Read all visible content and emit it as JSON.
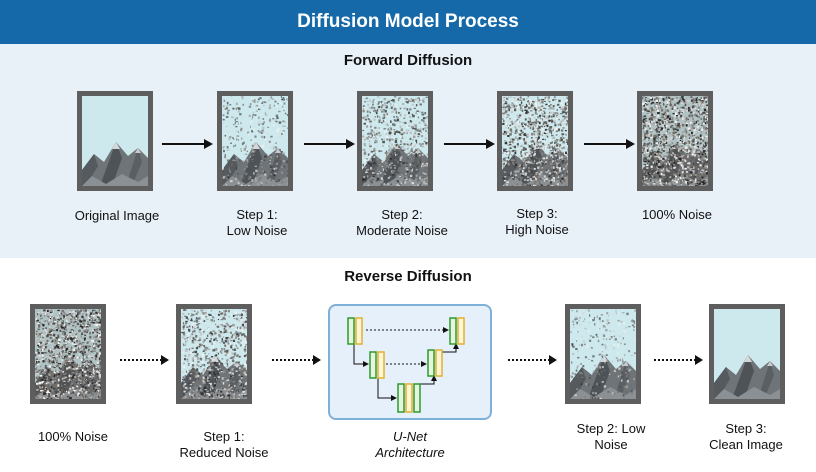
{
  "header": {
    "title": "Diffusion Model Process"
  },
  "forward": {
    "title": "Forward Diffusion",
    "steps": [
      {
        "line1": "Original Image",
        "line2": "",
        "noise": 0
      },
      {
        "line1": "Step 1:",
        "line2": "Low Noise",
        "noise": 0.25
      },
      {
        "line1": "Step 2:",
        "line2": "Moderate Noise",
        "noise": 0.5
      },
      {
        "line1": "Step 3:",
        "line2": "High Noise",
        "noise": 0.75
      },
      {
        "line1": "100% Noise",
        "line2": "",
        "noise": 1
      }
    ]
  },
  "reverse": {
    "title": "Reverse Diffusion",
    "steps": [
      {
        "line1": "100% Noise",
        "line2": "",
        "noise": 1
      },
      {
        "line1": "Step 1:",
        "line2": "Reduced Noise",
        "noise": 0.6
      },
      {
        "line1": "Step 2: Low",
        "line2": "Noise",
        "noise": 0.2
      },
      {
        "line1": "Step 3:",
        "line2": "Clean Image",
        "noise": 0
      }
    ],
    "unet": {
      "line1": "U-Net",
      "line2": "Architecture"
    }
  },
  "colors": {
    "header": "#1569a8",
    "panel": "#e8f0f8",
    "frame": "#5e5e5e",
    "sky": "#cde9ee",
    "unet_green": "#2e9a2e",
    "unet_yellow": "#e0b030"
  }
}
